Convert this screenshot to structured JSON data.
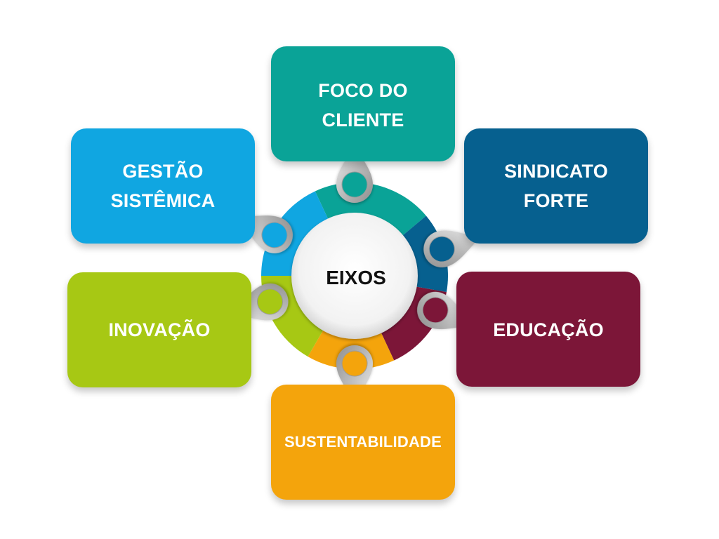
{
  "diagram": {
    "center_label": "EIXOS",
    "nodes": [
      {
        "id": "foco",
        "label": "FOCO DO\nCLIENTE",
        "color": "#0aa397"
      },
      {
        "id": "sindicato",
        "label": "SINDICATO\nFORTE",
        "color": "#06608f"
      },
      {
        "id": "educacao",
        "label": "EDUCAÇÃO",
        "color": "#7c1638"
      },
      {
        "id": "sustent",
        "label": "SUSTENTABILIDADE",
        "color": "#f4a40c"
      },
      {
        "id": "inovacao",
        "label": "INOVAÇÃO",
        "color": "#a7c814"
      },
      {
        "id": "gestao",
        "label": "GESTÃO\nSISTÊMICA",
        "color": "#10a6e1"
      }
    ]
  }
}
